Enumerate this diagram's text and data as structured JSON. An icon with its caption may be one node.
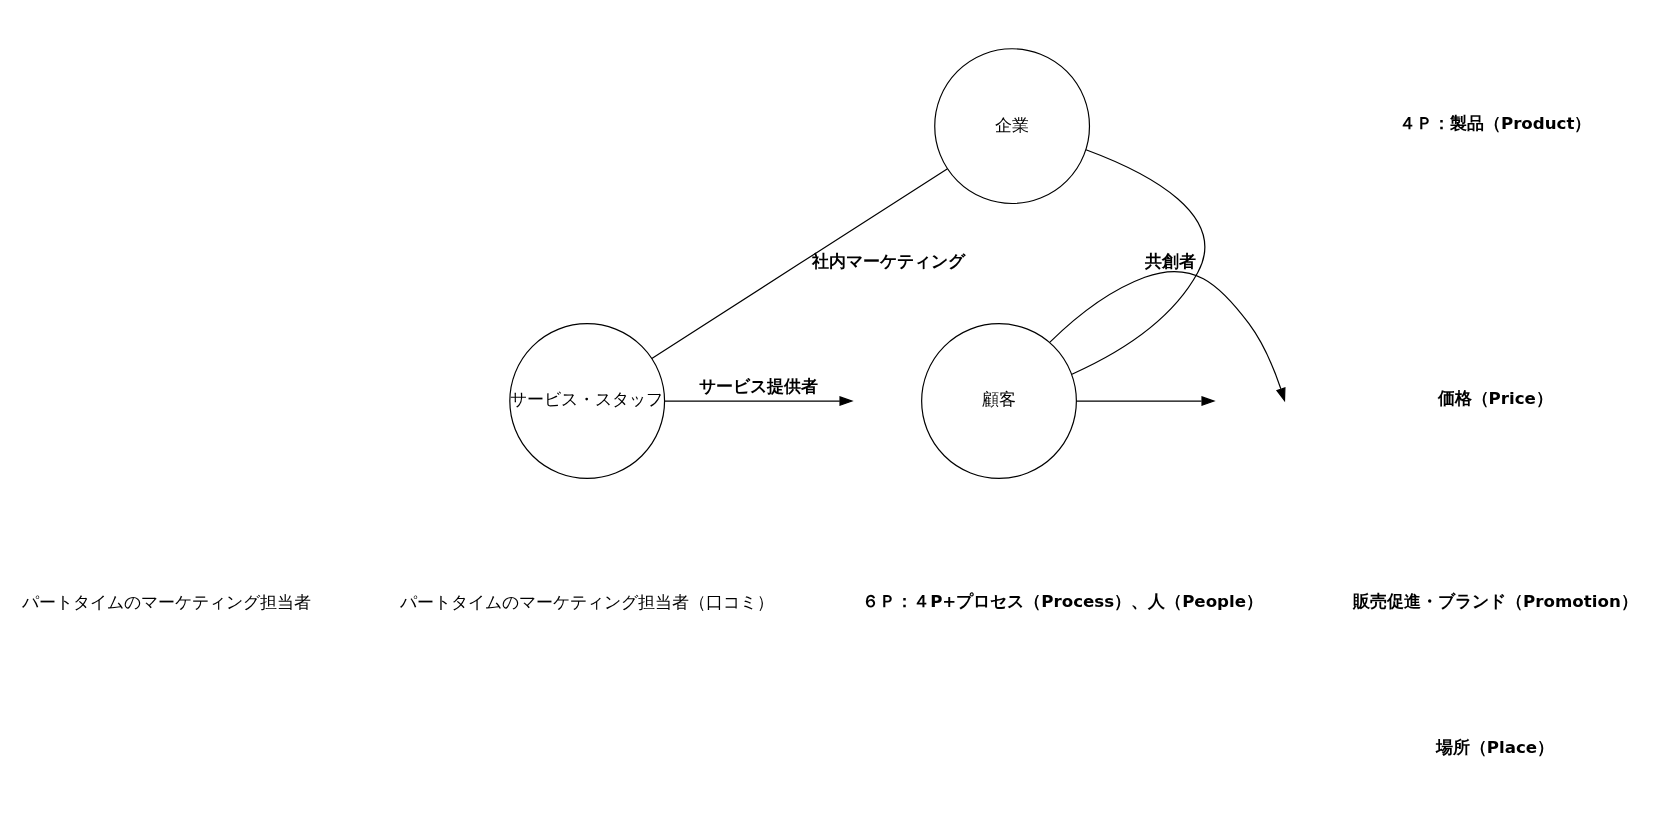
{
  "diagram": {
    "nodes": [
      {
        "text": [
          "企業"
        ]
      },
      {
        "text": [
          "サービス・スタッフ"
        ]
      },
      {
        "text": [
          "顧客"
        ]
      }
    ],
    "edges": [
      {
        "from": 0,
        "to": 1,
        "arrow": "none",
        "label": "社内マーケティング"
      },
      {
        "from": 0,
        "to": 2,
        "arrow": "none"
      },
      {
        "from": 1,
        "to": null,
        "arrow": "to",
        "label": "サービス提供者"
      },
      {
        "from": 2,
        "to": null,
        "arrow": "to",
        "label": "共創者"
      },
      {
        "from": 2,
        "to": null,
        "arrow": "to"
      }
    ],
    "labels": [
      "４Ｐ：製品（Product）",
      "価格（Price）",
      "販売促進・ブランド（Promotion）",
      "場所（Place）",
      "パートタイムのマーケティング担当者",
      "パートタイムのマーケティング担当者（口コミ）",
      "６Ｐ：４P+プロセス（Process）、人（People）"
    ]
  }
}
